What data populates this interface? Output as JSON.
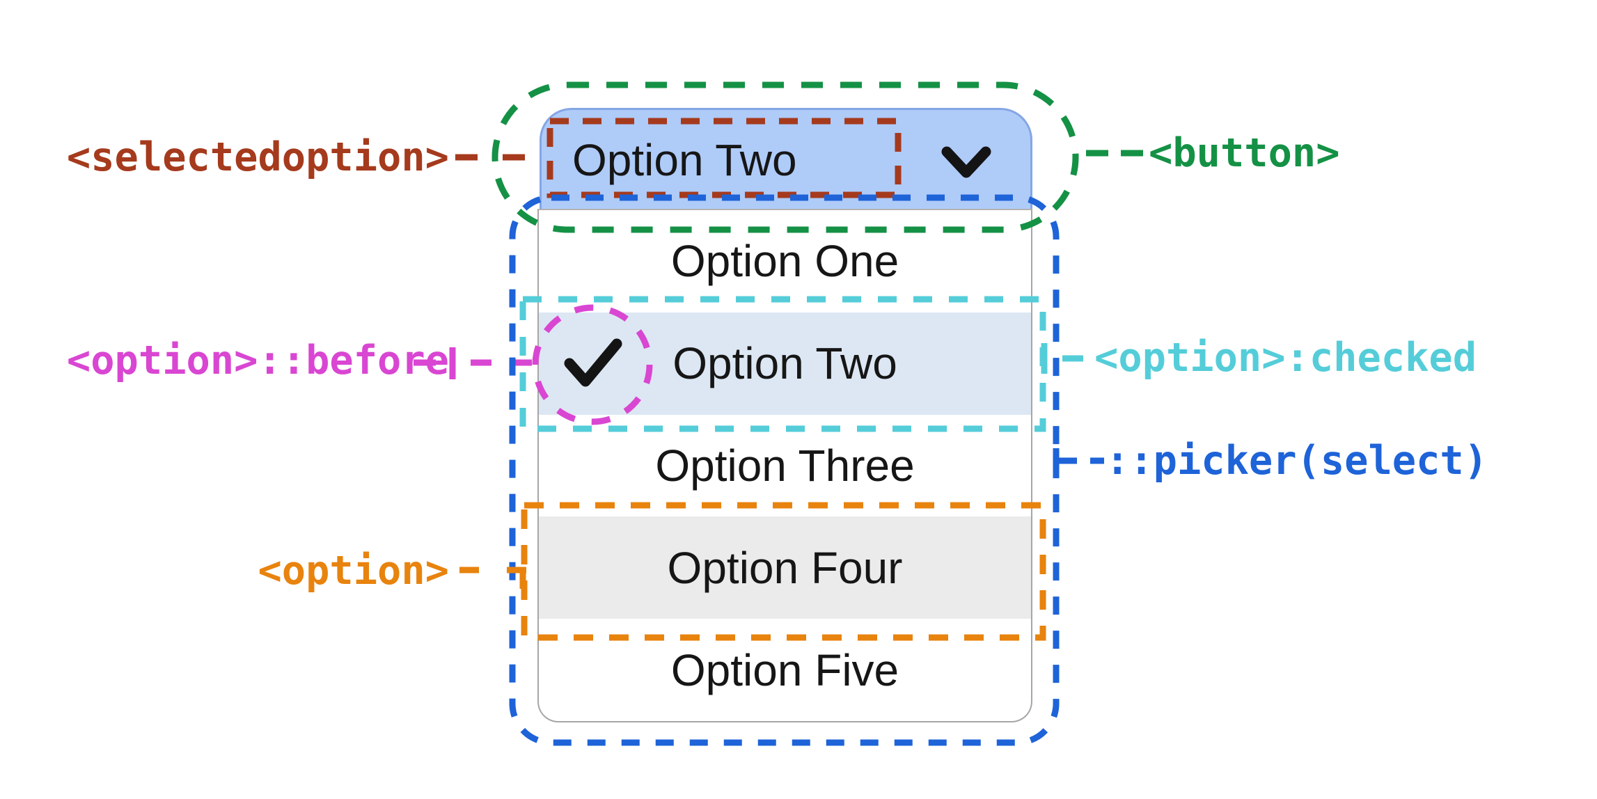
{
  "select": {
    "button": {
      "selected_label": "Option Two",
      "chevron_icon": "chevron-down-icon"
    },
    "options": [
      {
        "label": "Option One",
        "checked": false,
        "highlighted": false
      },
      {
        "label": "Option Two",
        "checked": true,
        "highlighted": true,
        "check_icon": "check-icon"
      },
      {
        "label": "Option Three",
        "checked": false,
        "highlighted": false
      },
      {
        "label": "Option Four",
        "checked": false,
        "highlighted": true
      },
      {
        "label": "Option Five",
        "checked": false,
        "highlighted": false
      }
    ]
  },
  "annotations": [
    {
      "id": "selectedoption",
      "label": "<selectedoption>",
      "color": "#A53A1D",
      "side": "left"
    },
    {
      "id": "button",
      "label": "<button>",
      "color": "#149145",
      "side": "right"
    },
    {
      "id": "option-before",
      "label": "<option>::before",
      "color": "#D946D2",
      "side": "left"
    },
    {
      "id": "option-checked",
      "label": "<option>:checked",
      "color": "#54CDD9",
      "side": "right"
    },
    {
      "id": "picker-select",
      "label": "::picker(select)",
      "color": "#1E63D8",
      "side": "right"
    },
    {
      "id": "option",
      "label": "<option>",
      "color": "#E8830E",
      "side": "left"
    }
  ],
  "icons": {
    "chevron": "chevron-down-icon",
    "check": "check-icon"
  },
  "colors": {
    "button-fill": "#AFCBF8",
    "button-border": "#84A6E4",
    "checked-row-bg": "#DCE7F3",
    "hover-row-bg": "#EBEBEB",
    "picker-border": "#A6A6A6",
    "option-text": "#161616",
    "icon": "#141414"
  }
}
